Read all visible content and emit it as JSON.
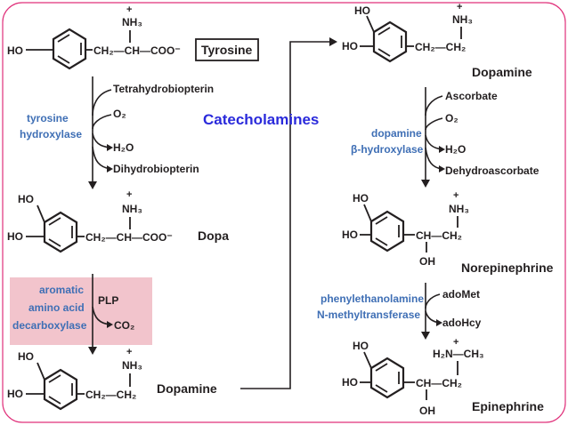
{
  "title": "Catecholamines",
  "molecules": {
    "tyrosine": {
      "name": "Tyrosine",
      "left": "HO",
      "chain": "CH₂—CH—COO⁻",
      "amine": "NH₃",
      "plus": "+"
    },
    "dopa": {
      "name": "Dopa",
      "left": "HO",
      "top_oh": "HO",
      "chain": "CH₂—CH—COO⁻",
      "amine": "NH₃",
      "plus": "+"
    },
    "dopamine_left": {
      "name": "Dopamine",
      "left": "HO",
      "top_oh": "HO",
      "chain": "CH₂—CH₂",
      "amine": "NH₃",
      "plus": "+"
    },
    "dopamine_right": {
      "name": "Dopamine",
      "left": "HO",
      "top_oh": "HO",
      "chain": "CH₂—CH₂",
      "amine": "NH₃",
      "plus": "+"
    },
    "norepinephrine": {
      "name": "Norepinephrine",
      "left": "HO",
      "top_oh": "HO",
      "chain": "CH—CH₂",
      "oh": "OH",
      "amine": "NH₃",
      "plus": "+"
    },
    "epinephrine": {
      "name": "Epinephrine",
      "left": "HO",
      "top_oh": "HO",
      "chain": "CH—CH₂",
      "oh": "OH",
      "amine": "H₂N—CH₃",
      "plus": "+"
    }
  },
  "steps": {
    "step1": {
      "enzyme_line1": "tyrosine",
      "enzyme_line2": "hydroxylase",
      "in1": "Tetrahydrobiopterin",
      "in2": "O₂",
      "out1": "H₂O",
      "out2": "Dihydrobiopterin"
    },
    "step2": {
      "enzyme_line1": "aromatic",
      "enzyme_line2": "amino acid",
      "enzyme_line3": "decarboxylase",
      "cofactor": "PLP",
      "out1": "CO₂",
      "box_color": "#f2c4cc"
    },
    "step3": {
      "enzyme_line1": "dopamine",
      "enzyme_line2": "β-hydroxylase",
      "in1": "Ascorbate",
      "in2": "O₂",
      "out1": "H₂O",
      "out2": "Dehydroascorbate"
    },
    "step4": {
      "enzyme_line1": "phenylethanolamine",
      "enzyme_line2": "N-methyltransferase",
      "in1": "adoMet",
      "out1": "adoHcy"
    }
  },
  "colors": {
    "enzyme": "#3f6fb5",
    "title": "#2a2adb",
    "frame": "#e0307a"
  }
}
